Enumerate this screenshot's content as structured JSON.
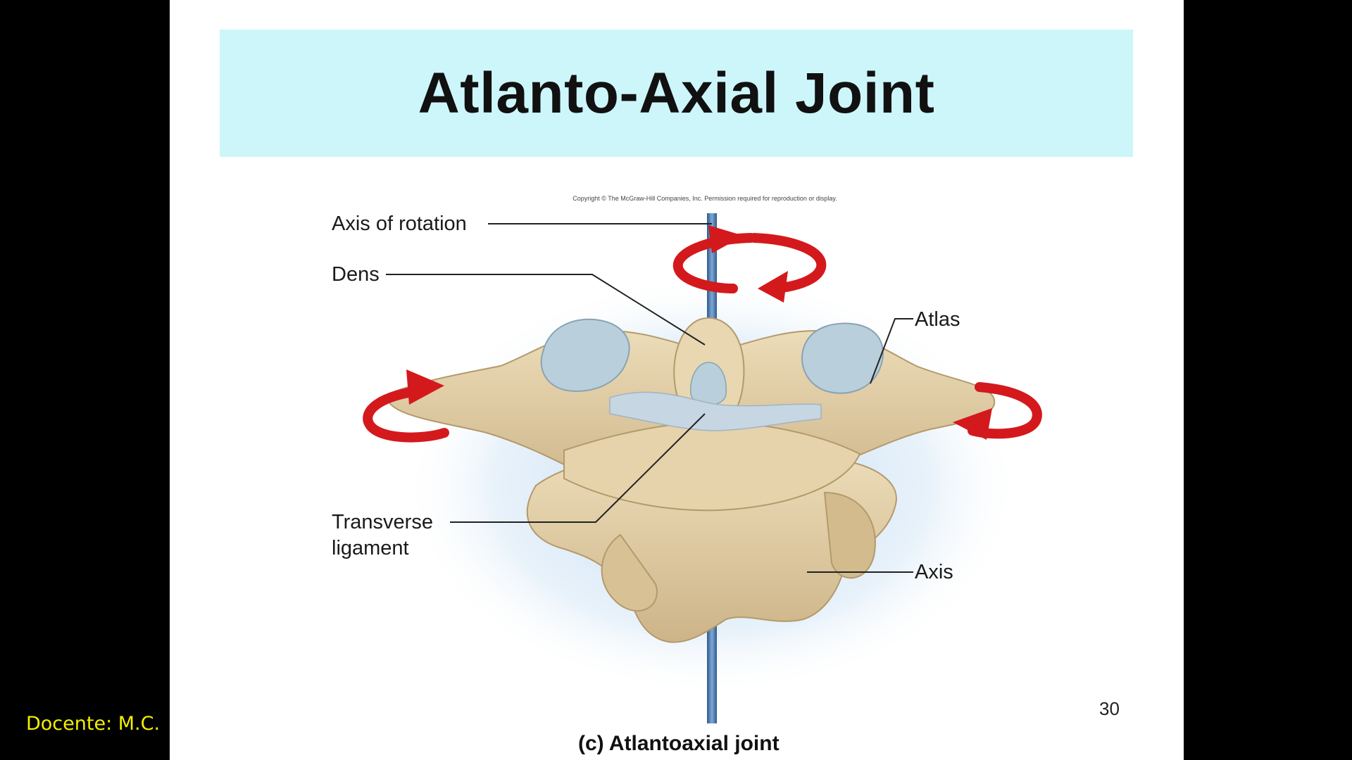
{
  "slide": {
    "title": "Atlanto-Axial Joint",
    "copyright": "Copyright © The McGraw-Hill Companies, Inc. Permission required for reproduction or display.",
    "caption": "(c) Atlantoaxial joint",
    "page_number": "30"
  },
  "figure": {
    "labels": {
      "axis_of_rotation": "Axis of rotation",
      "dens": "Dens",
      "atlas": "Atlas",
      "transverse_line1": "Transverse",
      "transverse_line2": "ligament",
      "axis": "Axis"
    },
    "colors": {
      "bone": "#e2cfa6",
      "cartilage": "#b9cfdb",
      "arrow": "#d4191d",
      "rod": "#3d6fa6"
    }
  },
  "footer": {
    "text": "Docente: M.C."
  }
}
